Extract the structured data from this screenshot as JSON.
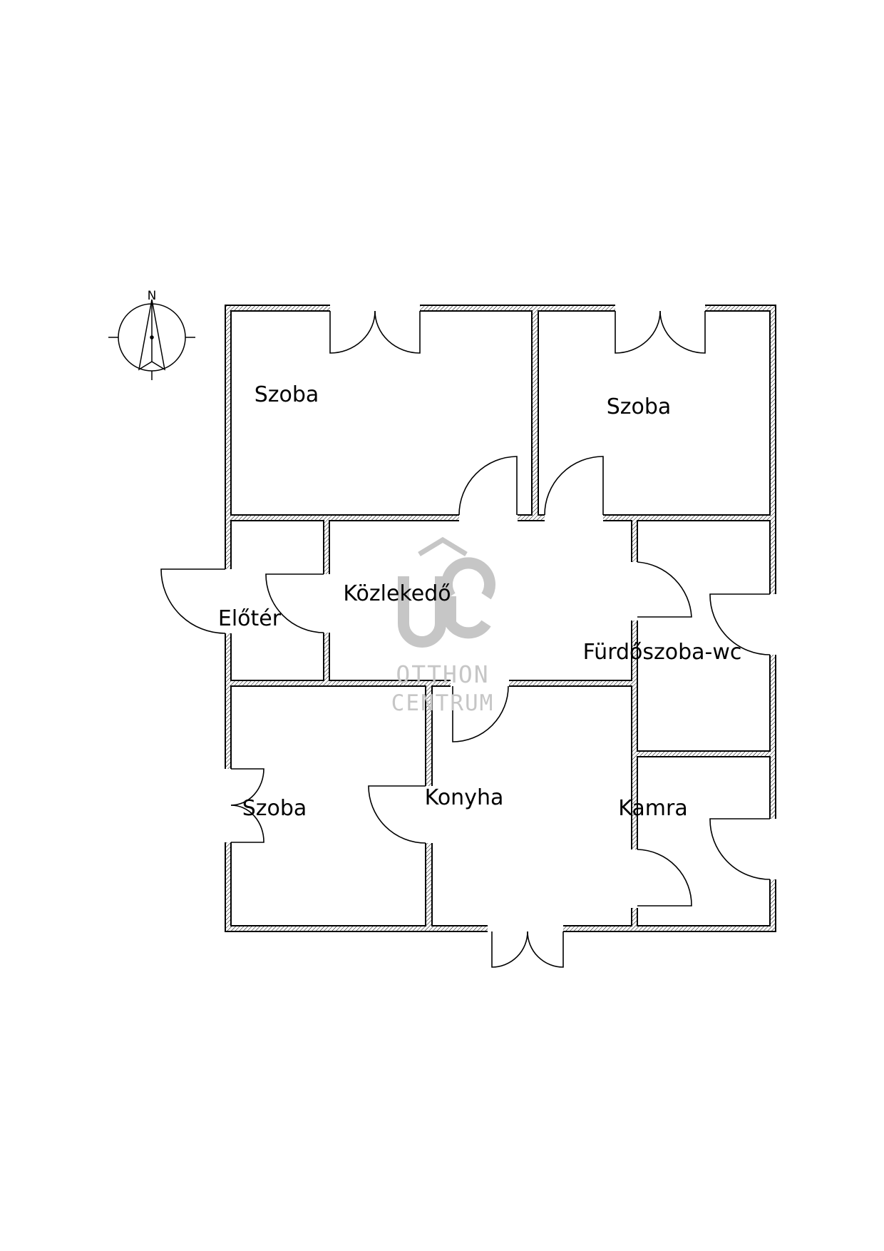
{
  "compass": {
    "north_label": "N"
  },
  "rooms": {
    "szoba_nw": "Szoba",
    "szoba_ne": "Szoba",
    "eloter": "Előtér",
    "kozlekedo": "Közlekedő",
    "furdoszoba": "Fürdőszoba-wc",
    "szoba_sw": "Szoba",
    "konyha": "Konyha",
    "kamra": "Kamra"
  },
  "watermark": {
    "line1": "OTTHON",
    "line2": "CENTRUM"
  },
  "colors": {
    "line": "#000000",
    "watermark": "#c6c6c6",
    "background": "#ffffff"
  }
}
